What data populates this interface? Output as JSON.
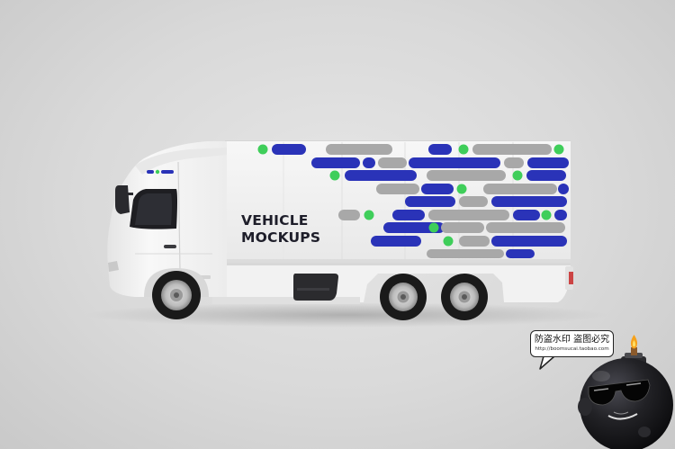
{
  "truck": {
    "box_text_line1": "VEHICLE",
    "box_text_line2": "MOCKUPS"
  },
  "watermark": {
    "text": "防盗水印 盗图必究",
    "url": "http://boomsucai.taobao.com"
  },
  "colors": {
    "background": "#d9d9d9",
    "truck_body": "#f3f3f3",
    "stripe_blue": "#2a33b8",
    "stripe_grey": "#a8a8a8",
    "dot_green": "#3fce5a",
    "wheel": "#1a1a1a",
    "bomb": "#1d1d1f",
    "flame": "#f6a21c"
  },
  "icons": [
    "logo-dots-icon",
    "bomb-mascot-icon",
    "sunglasses-icon"
  ]
}
